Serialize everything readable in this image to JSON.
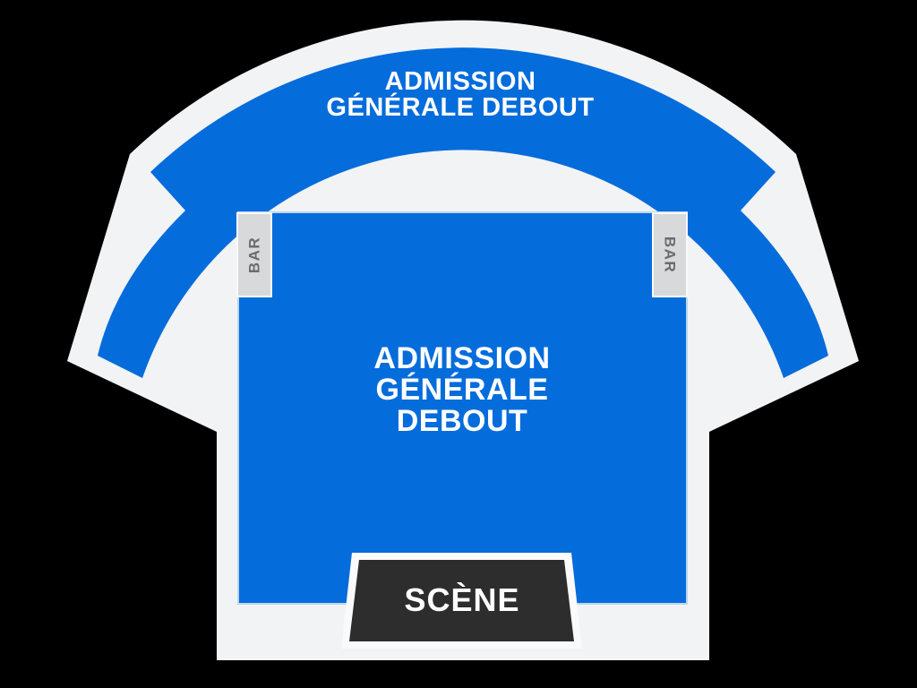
{
  "map": {
    "balcony": {
      "label_line1": "ADMISSION",
      "label_line2": "GÉNÉRALE DEBOUT"
    },
    "floor": {
      "label_line1": "ADMISSION",
      "label_line2": "GÉNÉRALE",
      "label_line3": "DEBOUT"
    },
    "bars": {
      "left_label": "BAR",
      "right_label": "BAR"
    },
    "stage": {
      "label": "SCÈNE"
    }
  },
  "colors": {
    "background": "#000000",
    "venue_outline": "#f2f3f4",
    "section_blue": "#056cdb",
    "section_edge": "#bcd6ef",
    "section_text": "#ffffff",
    "bar_fill": "#d8d9da",
    "bar_border": "#fafafa",
    "bar_text": "#6b6c6d",
    "stage_fill": "#2d2d2d",
    "stage_border": "#fafafa",
    "stage_text": "#ffffff"
  }
}
